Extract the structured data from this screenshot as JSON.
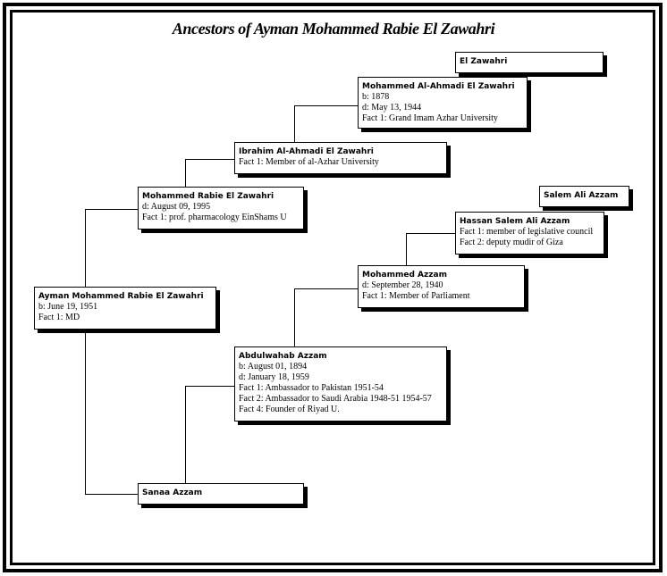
{
  "title": "Ancestors of Ayman Mohammed Rabie El Zawahri",
  "people": {
    "el_zawahri": {
      "name": "El Zawahri",
      "details": []
    },
    "mohammed_al_ahmadi": {
      "name": "Mohammed Al-Ahmadi El Zawahri",
      "details": [
        "b: 1878",
        "d: May 13, 1944",
        "Fact 1: Grand Imam Azhar University"
      ]
    },
    "ibrahim": {
      "name": "Ibrahim Al-Ahmadi El Zawahri",
      "details": [
        "Fact 1: Member of al-Azhar University"
      ]
    },
    "mohammed_rabie": {
      "name": "Mohammed Rabie El Zawahri",
      "details": [
        "d: August 09, 1995",
        "Fact 1: prof. pharmacology EinShams U"
      ]
    },
    "ayman": {
      "name": "Ayman Mohammed Rabie El Zawahri",
      "details": [
        "b: June 19, 1951",
        "Fact 1: MD"
      ]
    },
    "salem": {
      "name": "Salem Ali Azzam",
      "details": []
    },
    "hassan": {
      "name": "Hassan Salem Ali Azzam",
      "details": [
        "Fact 1: member of legislative council",
        "Fact 2: deputy mudir of Giza"
      ]
    },
    "mohammed_azzam": {
      "name": "Mohammed Azzam",
      "details": [
        "d: September 28, 1940",
        "Fact 1: Member of Parliament"
      ]
    },
    "abdulwahab": {
      "name": "Abdulwahab Azzam",
      "details": [
        "b: August 01, 1894",
        "d: January 18, 1959",
        "Fact 1: Ambassador to Pakistan 1951-54",
        "Fact 2: Ambassador to Saudi Arabia 1948-51 1954-57",
        "Fact 4: Founder of Riyad U."
      ]
    },
    "sanaa": {
      "name": "Sanaa Azzam",
      "details": []
    }
  }
}
